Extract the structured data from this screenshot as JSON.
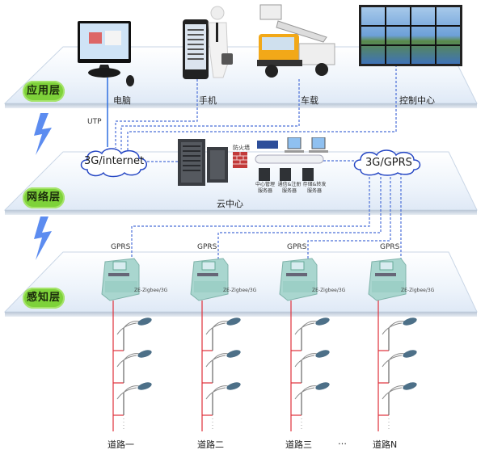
{
  "layers": [
    {
      "id": "application",
      "label": "应用层"
    },
    {
      "id": "network",
      "label": "网络层"
    },
    {
      "id": "perception",
      "label": "感知层"
    }
  ],
  "application_devices": [
    {
      "icon": "computer-monitor-icon",
      "label": "电脑"
    },
    {
      "icon": "smartphone-icon",
      "label": "手机"
    },
    {
      "icon": "bucket-truck-icon",
      "label": "车载"
    },
    {
      "icon": "video-wall-icon",
      "label": "控制中心"
    }
  ],
  "network": {
    "utp_label": "UTP",
    "cloud_left": "3G/internet",
    "cloud_right": "3G/GPRS",
    "datacenter_label": "云中心",
    "firewall_label": "防火墙",
    "servers": [
      {
        "line1": "中心管理",
        "line2": "服务器"
      },
      {
        "line1": "通信&注册",
        "line2": "服务器"
      },
      {
        "line1": "存储&转发",
        "line2": "服务器"
      }
    ]
  },
  "perception": {
    "link_label": "GPRS",
    "controllers": [
      {
        "model": "ZE-Zigbee/3G",
        "road": "道路一"
      },
      {
        "model": "ZE-Zigbee/3G",
        "road": "道路二"
      },
      {
        "model": "ZE-Zigbee/3G",
        "road": "道路三"
      },
      {
        "model": "ZE-Zigbee/3G",
        "road": "道路N"
      }
    ],
    "ellipsis": "…",
    "lamps_per_road": 3
  },
  "colors": {
    "layer_tag": "#7ed23a",
    "dashed_link": "#4a6fd8",
    "solid_link": "#2f6fe0",
    "power_line": "#e0303a",
    "lightning": "#5c8cf0"
  }
}
